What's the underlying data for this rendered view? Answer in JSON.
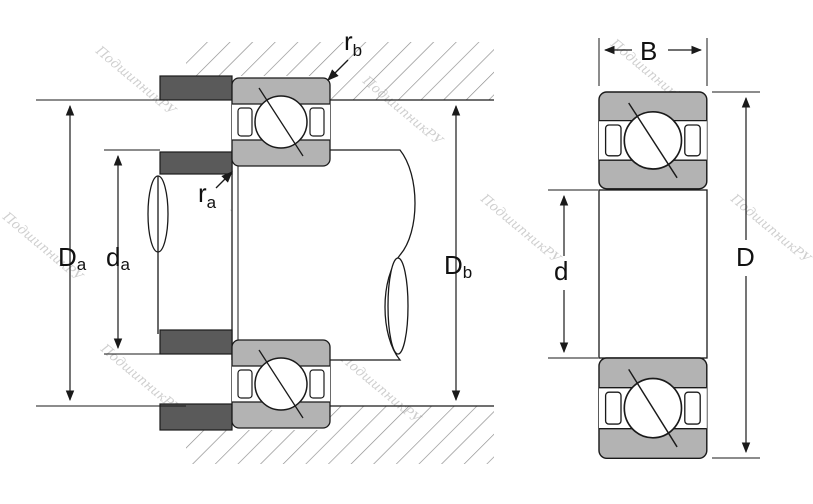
{
  "colors": {
    "line": "#1a1a1a",
    "ring": "#b3b3b3",
    "ring_dark": "#8e8e8e",
    "spacer": "#5a5a5a",
    "ball": "#ffffff",
    "hatch": "#8a8a8a",
    "watermark": "#cfcfcf"
  },
  "labels": {
    "r_b": {
      "main": "r",
      "sub": "b"
    },
    "r_a": {
      "main": "r",
      "sub": "a"
    },
    "D_a": {
      "main": "D",
      "sub": "a"
    },
    "d_a": {
      "main": "d",
      "sub": "a"
    },
    "D_b": {
      "main": "D",
      "sub": "b"
    },
    "B": "B",
    "d": "d",
    "D": "D"
  },
  "watermark": {
    "text": "ПодшипникРУ"
  }
}
